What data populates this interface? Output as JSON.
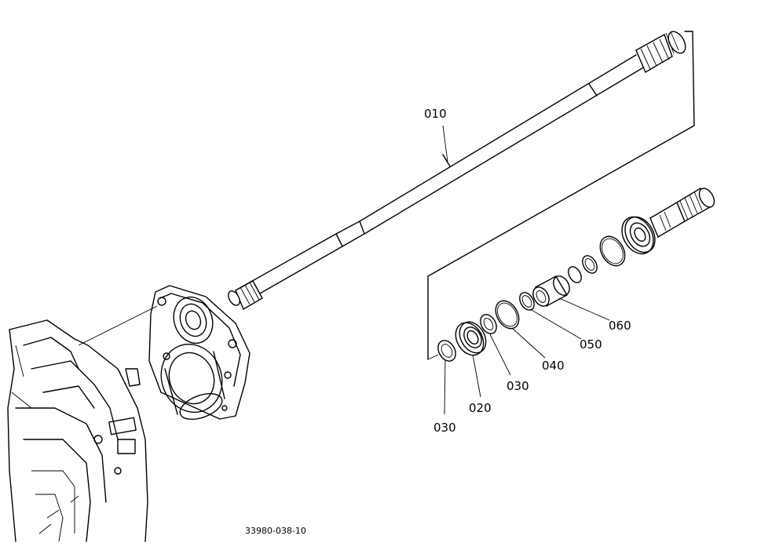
{
  "labels": {
    "p010": "010",
    "p020": "020",
    "p030a": "030",
    "p030b": "030",
    "p040": "040",
    "p050": "050",
    "p060": "060"
  },
  "drawing_code": "33980-038-10"
}
